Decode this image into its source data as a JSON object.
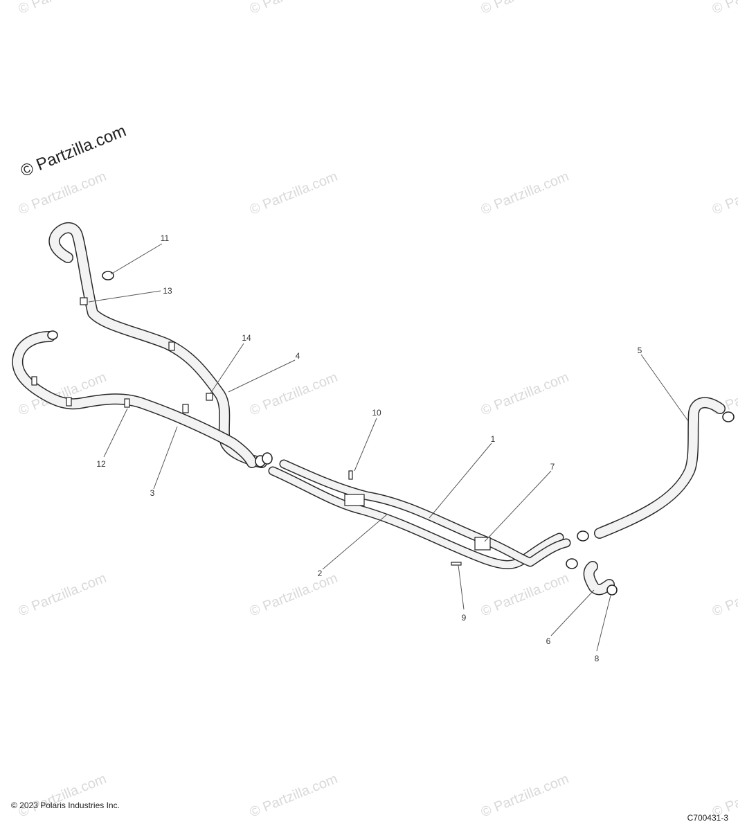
{
  "watermark": {
    "text": "© Partzilla.com"
  },
  "main_watermark": {
    "text": "© Partzilla.com"
  },
  "footer": {
    "copyright": "© 2023 Polaris Industries Inc.",
    "diagram_code": "C700431-3"
  },
  "callouts": [
    "1",
    "2",
    "3",
    "4",
    "5",
    "6",
    "7",
    "8",
    "9",
    "10",
    "11",
    "12",
    "13",
    "14"
  ]
}
